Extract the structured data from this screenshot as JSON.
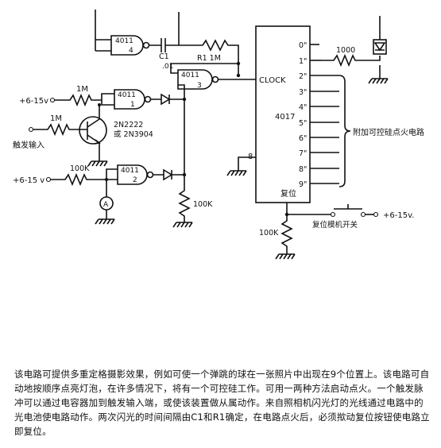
{
  "gates": {
    "g4": {
      "name": "4011",
      "num": "4"
    },
    "g1": {
      "name": "4011",
      "num": "1"
    },
    "g2": {
      "name": "4011",
      "num": "2"
    },
    "g3": {
      "name": "4011",
      "num": "3"
    }
  },
  "components": {
    "c1": "C1",
    "c1_value": ".01",
    "r1": "R1 1M",
    "r_1m_top": "1M",
    "r_1m_trigger": "1M",
    "r_100k_input": "100K",
    "r_100k_gate": "100K",
    "r_100k_reset": "100K",
    "r_1000": "1000",
    "transistor": "2N2222",
    "transistor_alt": "或 2N3904",
    "meter_symbol": "A"
  },
  "ic": {
    "name": "4017",
    "clock": "CLOCK",
    "pin8": "8",
    "reset": "复位",
    "outputs": [
      "0\"",
      "1\"",
      "2\"",
      "3\"",
      "4\"",
      "5\"",
      "6\"",
      "7\"",
      "8\"",
      "9\""
    ]
  },
  "labels": {
    "supply_top": "+6-15v",
    "supply_bottom": "+6-15 v",
    "supply_right": "+6-15v.",
    "trigger_input": "触发输入",
    "to_scr": "附加可控硅点火电路",
    "reset_switch": "复位模机开关"
  },
  "description": "该电路可提供多重定格摄影效果，例如可使一个弹跳的球在一张照片中出现在9个位置上。该电路可自动地按顺序点亮灯泡，在许多情况下，将有一个可控硅工作。可用一两种方法启动点火。一个触发脉冲可以通过电容器加到触发输入端，或使该装置做从属动作。来自照相机闪光灯的光线通过电路中的光电池使电路动作。两次闪光的时间间隔由C1和R1确定，在电路点火后，必须揿动复位按钮使电路立即复位。"
}
